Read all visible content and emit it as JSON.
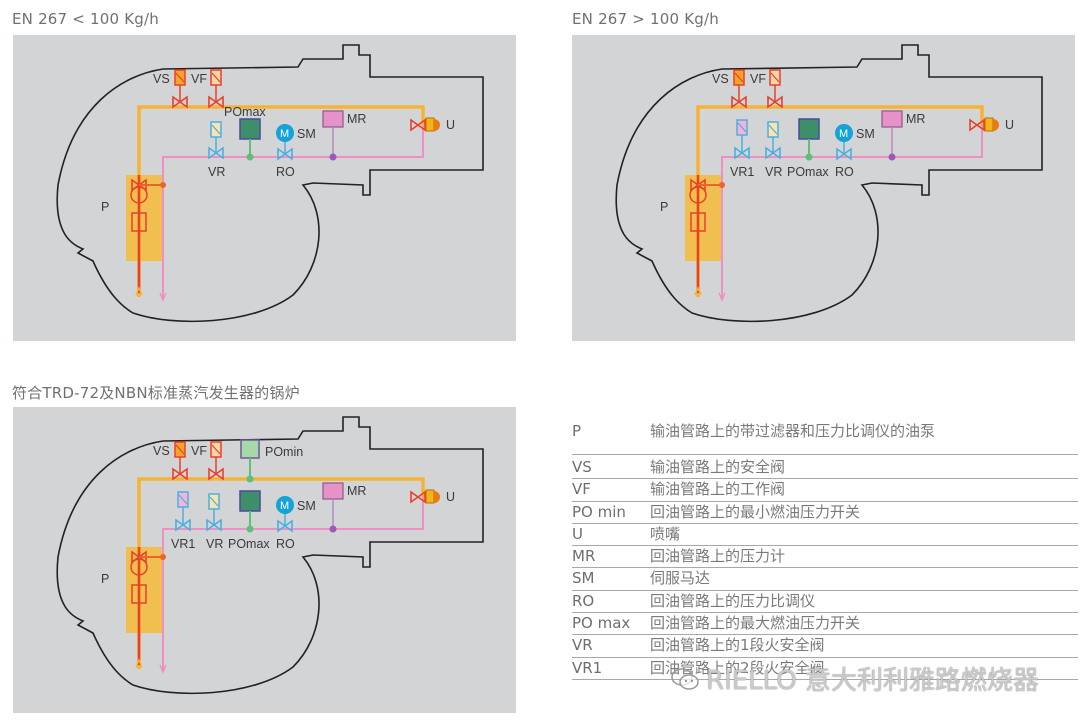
{
  "panels": [
    {
      "id": "en267-lt100",
      "title": "EN 267 < 100 Kg/h",
      "labels": {
        "VS": "VS",
        "VF": "VF",
        "POmax": "POmax",
        "SM": "SM",
        "MR": "MR",
        "U": "U",
        "VR": "VR",
        "RO": "RO",
        "P": "P",
        "M": "M"
      }
    },
    {
      "id": "en267-gt100",
      "title": "EN 267 > 100 Kg/h",
      "labels": {
        "VS": "VS",
        "VF": "VF",
        "POmax": "POmax",
        "SM": "SM",
        "MR": "MR",
        "U": "U",
        "VR": "VR",
        "VR1": "VR1",
        "RO": "RO",
        "P": "P",
        "M": "M"
      }
    },
    {
      "id": "trd72-nbn",
      "title": "符合TRD-72及NBN标准蒸汽发生器的锅炉",
      "labels": {
        "VS": "VS",
        "VF": "VF",
        "POmin": "POmin",
        "POmax": "POmax",
        "SM": "SM",
        "MR": "MR",
        "U": "U",
        "VR": "VR",
        "VR1": "VR1",
        "RO": "RO",
        "P": "P",
        "M": "M"
      }
    }
  ],
  "colors": {
    "panel_bg": "#d3d4d6",
    "supply_line": "#f5b335",
    "return_line": "#ef8fc6",
    "valve_red": "#e8402a",
    "valve_blue": "#4ab0e0",
    "motor": "#13a3d8",
    "gauge": "#e692c8",
    "pressure_switch": "#3d8f6a",
    "pump_glow": "#f9b823"
  },
  "legend": [
    {
      "code": "P",
      "desc": "输油管路上的带过滤器和压力比调仪的油泵"
    },
    {
      "code": "VS",
      "desc": "输油管路上的安全阀"
    },
    {
      "code": "VF",
      "desc": "输油管路上的工作阀"
    },
    {
      "code": "PO min",
      "desc": "回油管路上的最小燃油压力开关"
    },
    {
      "code": "U",
      "desc": "喷嘴"
    },
    {
      "code": "MR",
      "desc": "回油管路上的压力计"
    },
    {
      "code": "SM",
      "desc": "伺服马达"
    },
    {
      "code": "RO",
      "desc": "回油管路上的压力比调仪"
    },
    {
      "code": "PO max",
      "desc": "回油管路上的最大燃油压力开关"
    },
    {
      "code": "VR",
      "desc": "回油管路上的1段火安全阀"
    },
    {
      "code": "VR1",
      "desc": "回油管路上的2段火安全阀"
    }
  ],
  "watermark": "RIELLO 意大利利雅路燃烧器"
}
